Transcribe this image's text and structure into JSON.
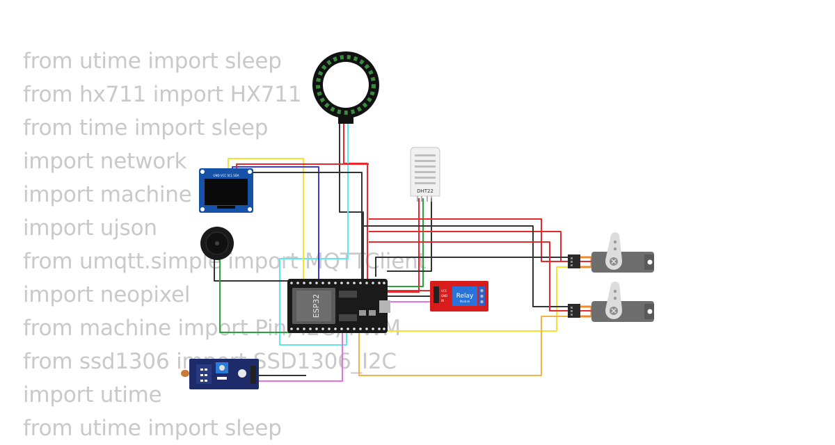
{
  "code_lines": [
    "from utime import sleep",
    "from hx711 import HX711",
    "from time import sleep",
    "import network",
    "import machine",
    "import ujson",
    "from umqtt.simple import MQTTClient",
    "import neopixel",
    "from machine import Pin, I2C, PWM",
    "from ssd1306 import SSD1306_I2C",
    "import utime",
    "from utime import sleep"
  ],
  "components": {
    "esp32_label": "ESP32",
    "dht_label": "DHT22",
    "relay_label": "Relay",
    "relay_sub": "Module",
    "relay_pins": [
      "VCC",
      "GND",
      "IN"
    ],
    "oled_pins": "GND VCC SCL SDA"
  },
  "colors": {
    "wire_red": "#e8282b",
    "wire_black": "#333333",
    "wire_yellow": "#f9e22b",
    "wire_blue": "#3b3bdc",
    "wire_cyan": "#5de8ec",
    "wire_green": "#27a33a",
    "wire_magenta": "#e66ee6",
    "wire_orange": "#f3b14a",
    "esp32_board": "#1a1a1a",
    "relay_board": "#d81c1c",
    "oled_board": "#1652a8",
    "ldr_board": "#1e2b6a",
    "servo_body": "#6e6e6e",
    "ring_green": "#3a8a3e"
  }
}
